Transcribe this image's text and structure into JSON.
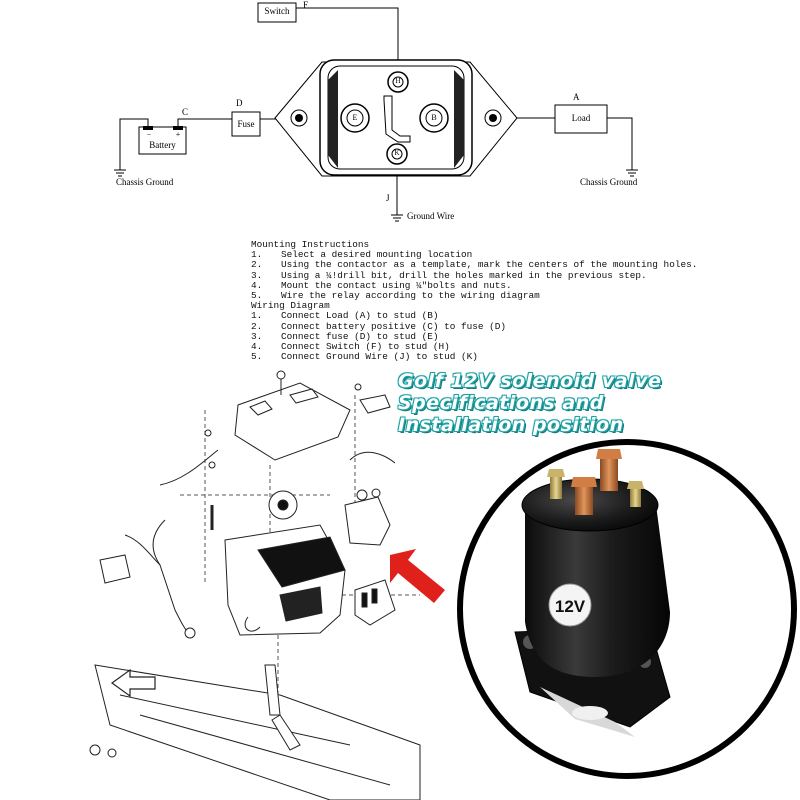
{
  "wiring": {
    "labels": {
      "switch": "Switch",
      "fuse": "Fuse",
      "battery": "Battery",
      "load": "Load",
      "minus": "−",
      "plus": "+",
      "chassis_ground_left": "Chassis Ground",
      "chassis_ground_right": "Chassis Ground",
      "ground_wire": "Ground Wire"
    },
    "wire_letters": {
      "F": "F",
      "C": "C",
      "D": "D",
      "A": "A",
      "J": "J"
    },
    "studs": {
      "E": "E",
      "B": "B",
      "H": "H",
      "K": "K"
    }
  },
  "instructions": {
    "mounting_title": "Mounting Instructions",
    "mounting_steps": [
      {
        "n": "1.",
        "text": "Select a desired mounting location"
      },
      {
        "n": "2.",
        "text": "Using the contactor as a template, mark the centers of the mounting holes."
      },
      {
        "n": "3.",
        "text": "Using a ¼!drill bit, drill the holes marked in the previous step."
      },
      {
        "n": "4.",
        "text": "Mount the contact using ¼\"bolts and nuts."
      },
      {
        "n": "5.",
        "text": "Wire the relay according to the wiring diagram"
      }
    ],
    "wiring_title": "Wiring Diagram",
    "wiring_steps": [
      {
        "n": "1.",
        "text": "Connect Load (A) to stud (B)"
      },
      {
        "n": "2.",
        "text": "Connect battery positive (C) to fuse (D)"
      },
      {
        "n": "3.",
        "text": "Connect fuse (D) to stud (E)"
      },
      {
        "n": "4.",
        "text": "Connect Switch (F) to stud (H)"
      },
      {
        "n": "5.",
        "text": "Connect Ground Wire (J) to stud (K)"
      }
    ]
  },
  "promo": {
    "line1": "Golf 12V solenoid valve",
    "line2": "Specifications and",
    "line3": "Installation position"
  },
  "product": {
    "badge": "12V"
  },
  "colors": {
    "promo_outline": "#1fa3a5",
    "arrow": "#e0201b",
    "solenoid_body": "#1b1b1b",
    "copper": "#c8743a"
  }
}
